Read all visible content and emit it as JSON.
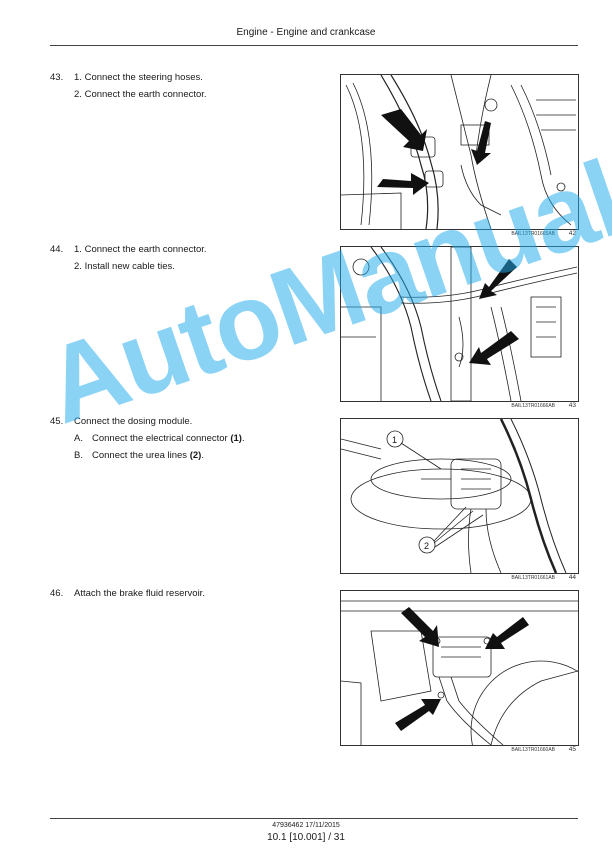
{
  "header": {
    "title": "Engine - Engine and crankcase"
  },
  "steps": [
    {
      "number": "43.",
      "lines": [
        {
          "marker": "1.",
          "text": "Connect the steering hoses."
        },
        {
          "marker": "2.",
          "text": "Connect the earth connector."
        }
      ]
    },
    {
      "number": "44.",
      "lines": [
        {
          "marker": "1.",
          "text": "Connect the earth connector."
        },
        {
          "marker": "2.",
          "text": "Install new cable ties."
        }
      ]
    },
    {
      "number": "45.",
      "intro": "Connect the dosing module.",
      "lines": [
        {
          "marker": "A.",
          "text_before": "Connect the electrical connector ",
          "callout": "(1)",
          "text_after": "."
        },
        {
          "marker": "B.",
          "text_before": "Connect the urea lines ",
          "callout": "(2)",
          "text_after": "."
        }
      ]
    },
    {
      "number": "46.",
      "intro": "Attach the brake fluid reservoir."
    }
  ],
  "figures": [
    {
      "code": "BAIL13TR01665AB",
      "number": "42"
    },
    {
      "code": "BAIL13TR01666AB",
      "number": "43"
    },
    {
      "code": "BAIL13TR01661AB",
      "number": "44",
      "callouts": [
        "1",
        "2"
      ]
    },
    {
      "code": "BAIL13TR01660AB",
      "number": "45"
    }
  ],
  "watermark": {
    "text": "AutoManual"
  },
  "footer": {
    "doc_ref": "47936462 17/11/2015",
    "page_ref": "10.1 [10.001] / 31"
  }
}
